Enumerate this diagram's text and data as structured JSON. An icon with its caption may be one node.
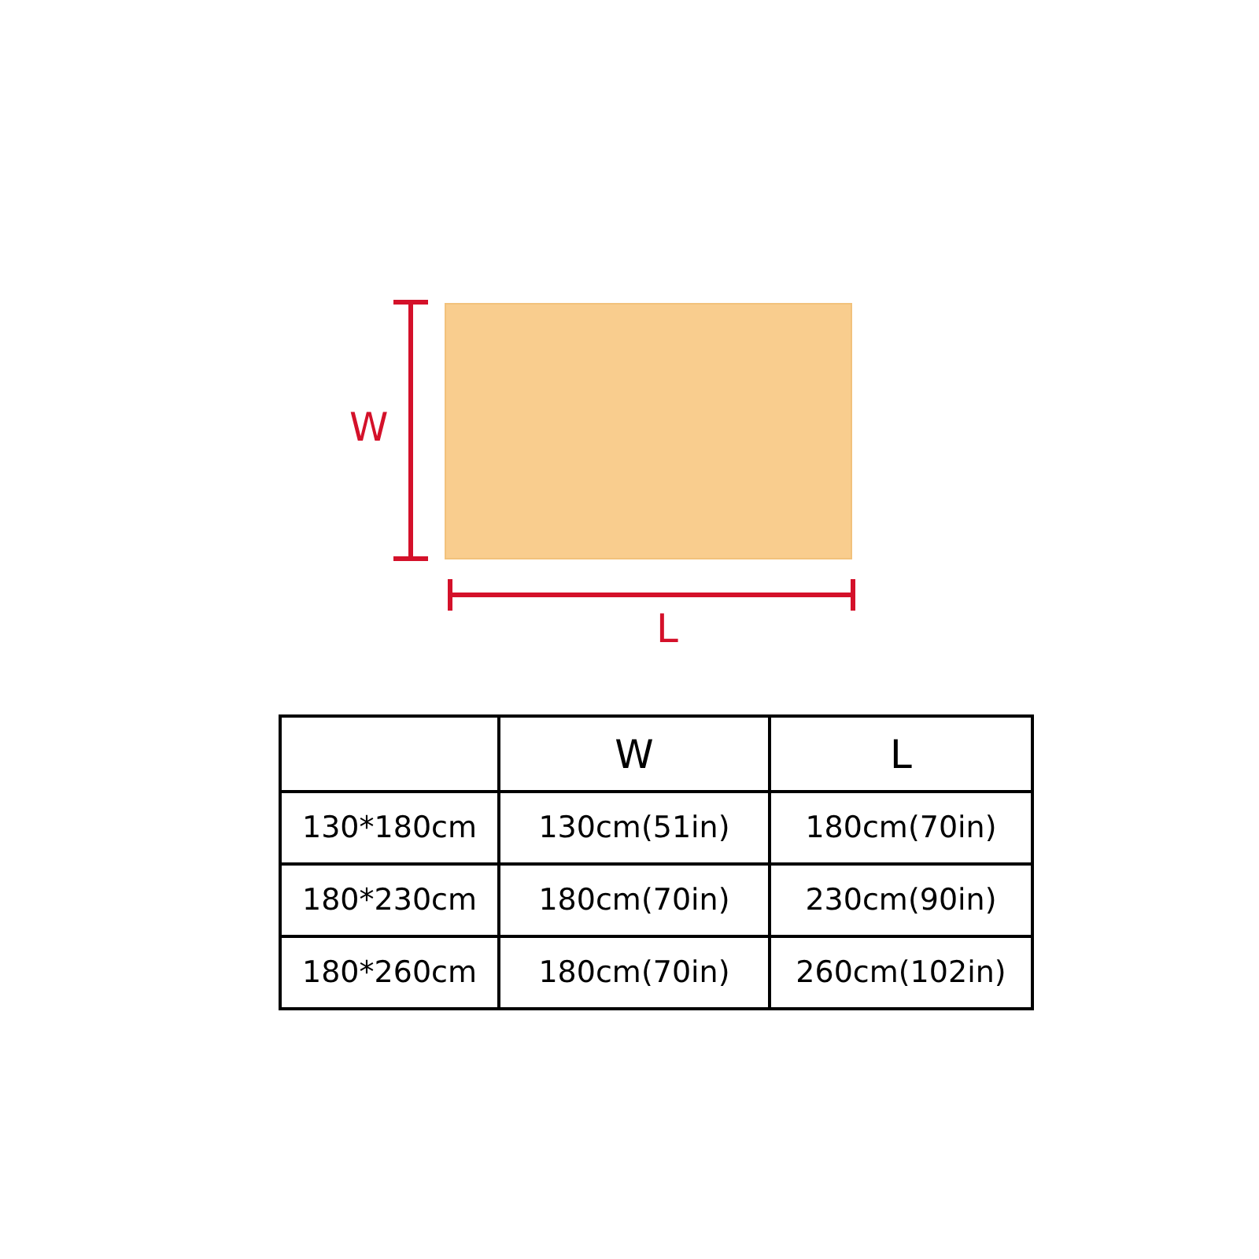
{
  "diagram": {
    "labels": [
      "W",
      "L",
      "W",
      "L",
      "130*180cm",
      "130cm(51in)",
      "180cm(70in)",
      "180*230cm",
      "180cm(70in)",
      "230cm(90in)",
      "180*260cm",
      "180cm(70in)",
      "260cm(102in)"
    ]
  }
}
